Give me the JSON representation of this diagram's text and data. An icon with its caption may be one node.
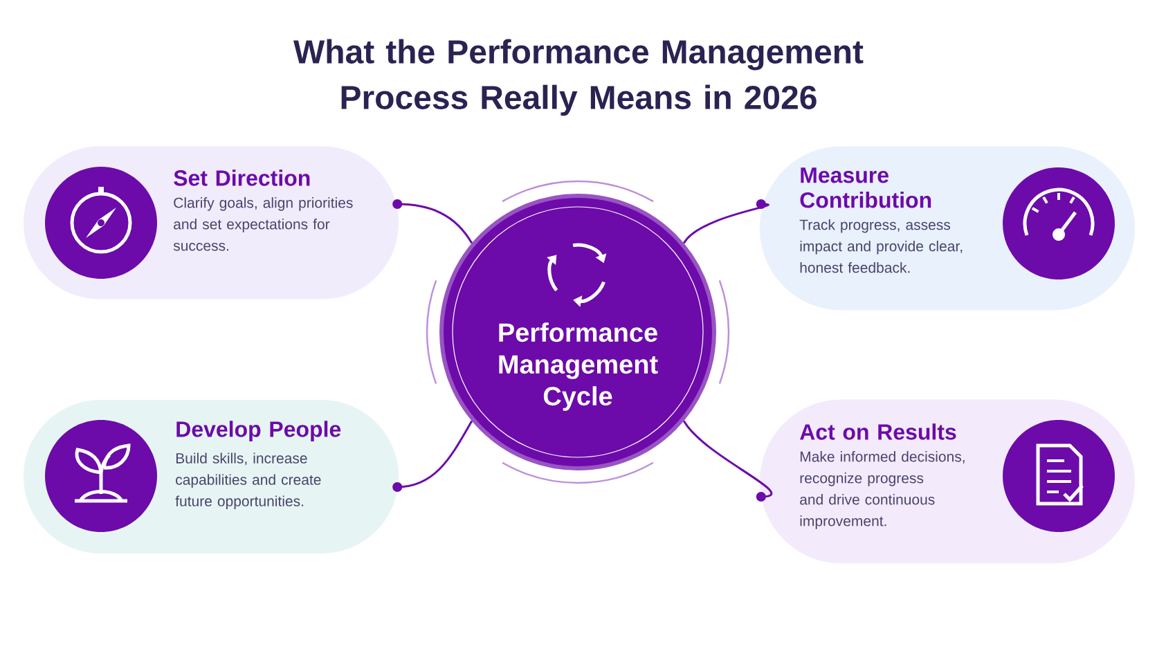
{
  "diagram": {
    "title": "What the Performance Management Process Really Means in 2026",
    "nodes": [
      {
        "text": [
          "Performance Management Cycle"
        ]
      },
      {
        "text": [
          "Set Direction",
          "Clarify goals, align priorities and set expectations for success."
        ]
      },
      {
        "text": [
          "Measure Contribution",
          "Track progress, assess impact and provide clear, honest feedback."
        ]
      },
      {
        "text": [
          "Develop People",
          "Build skills, increase capabilities and create future opportunities."
        ]
      },
      {
        "text": [
          "Act on Results",
          "Make informed decisions, recognize progress and drive continuous improvement."
        ]
      }
    ],
    "edges": [
      {
        "from": 0,
        "to": 1,
        "arrow": "other"
      },
      {
        "from": 0,
        "to": 2,
        "arrow": "other"
      },
      {
        "from": 0,
        "to": 3,
        "arrow": "other"
      },
      {
        "from": 0,
        "to": 4,
        "arrow": "other"
      }
    ]
  }
}
